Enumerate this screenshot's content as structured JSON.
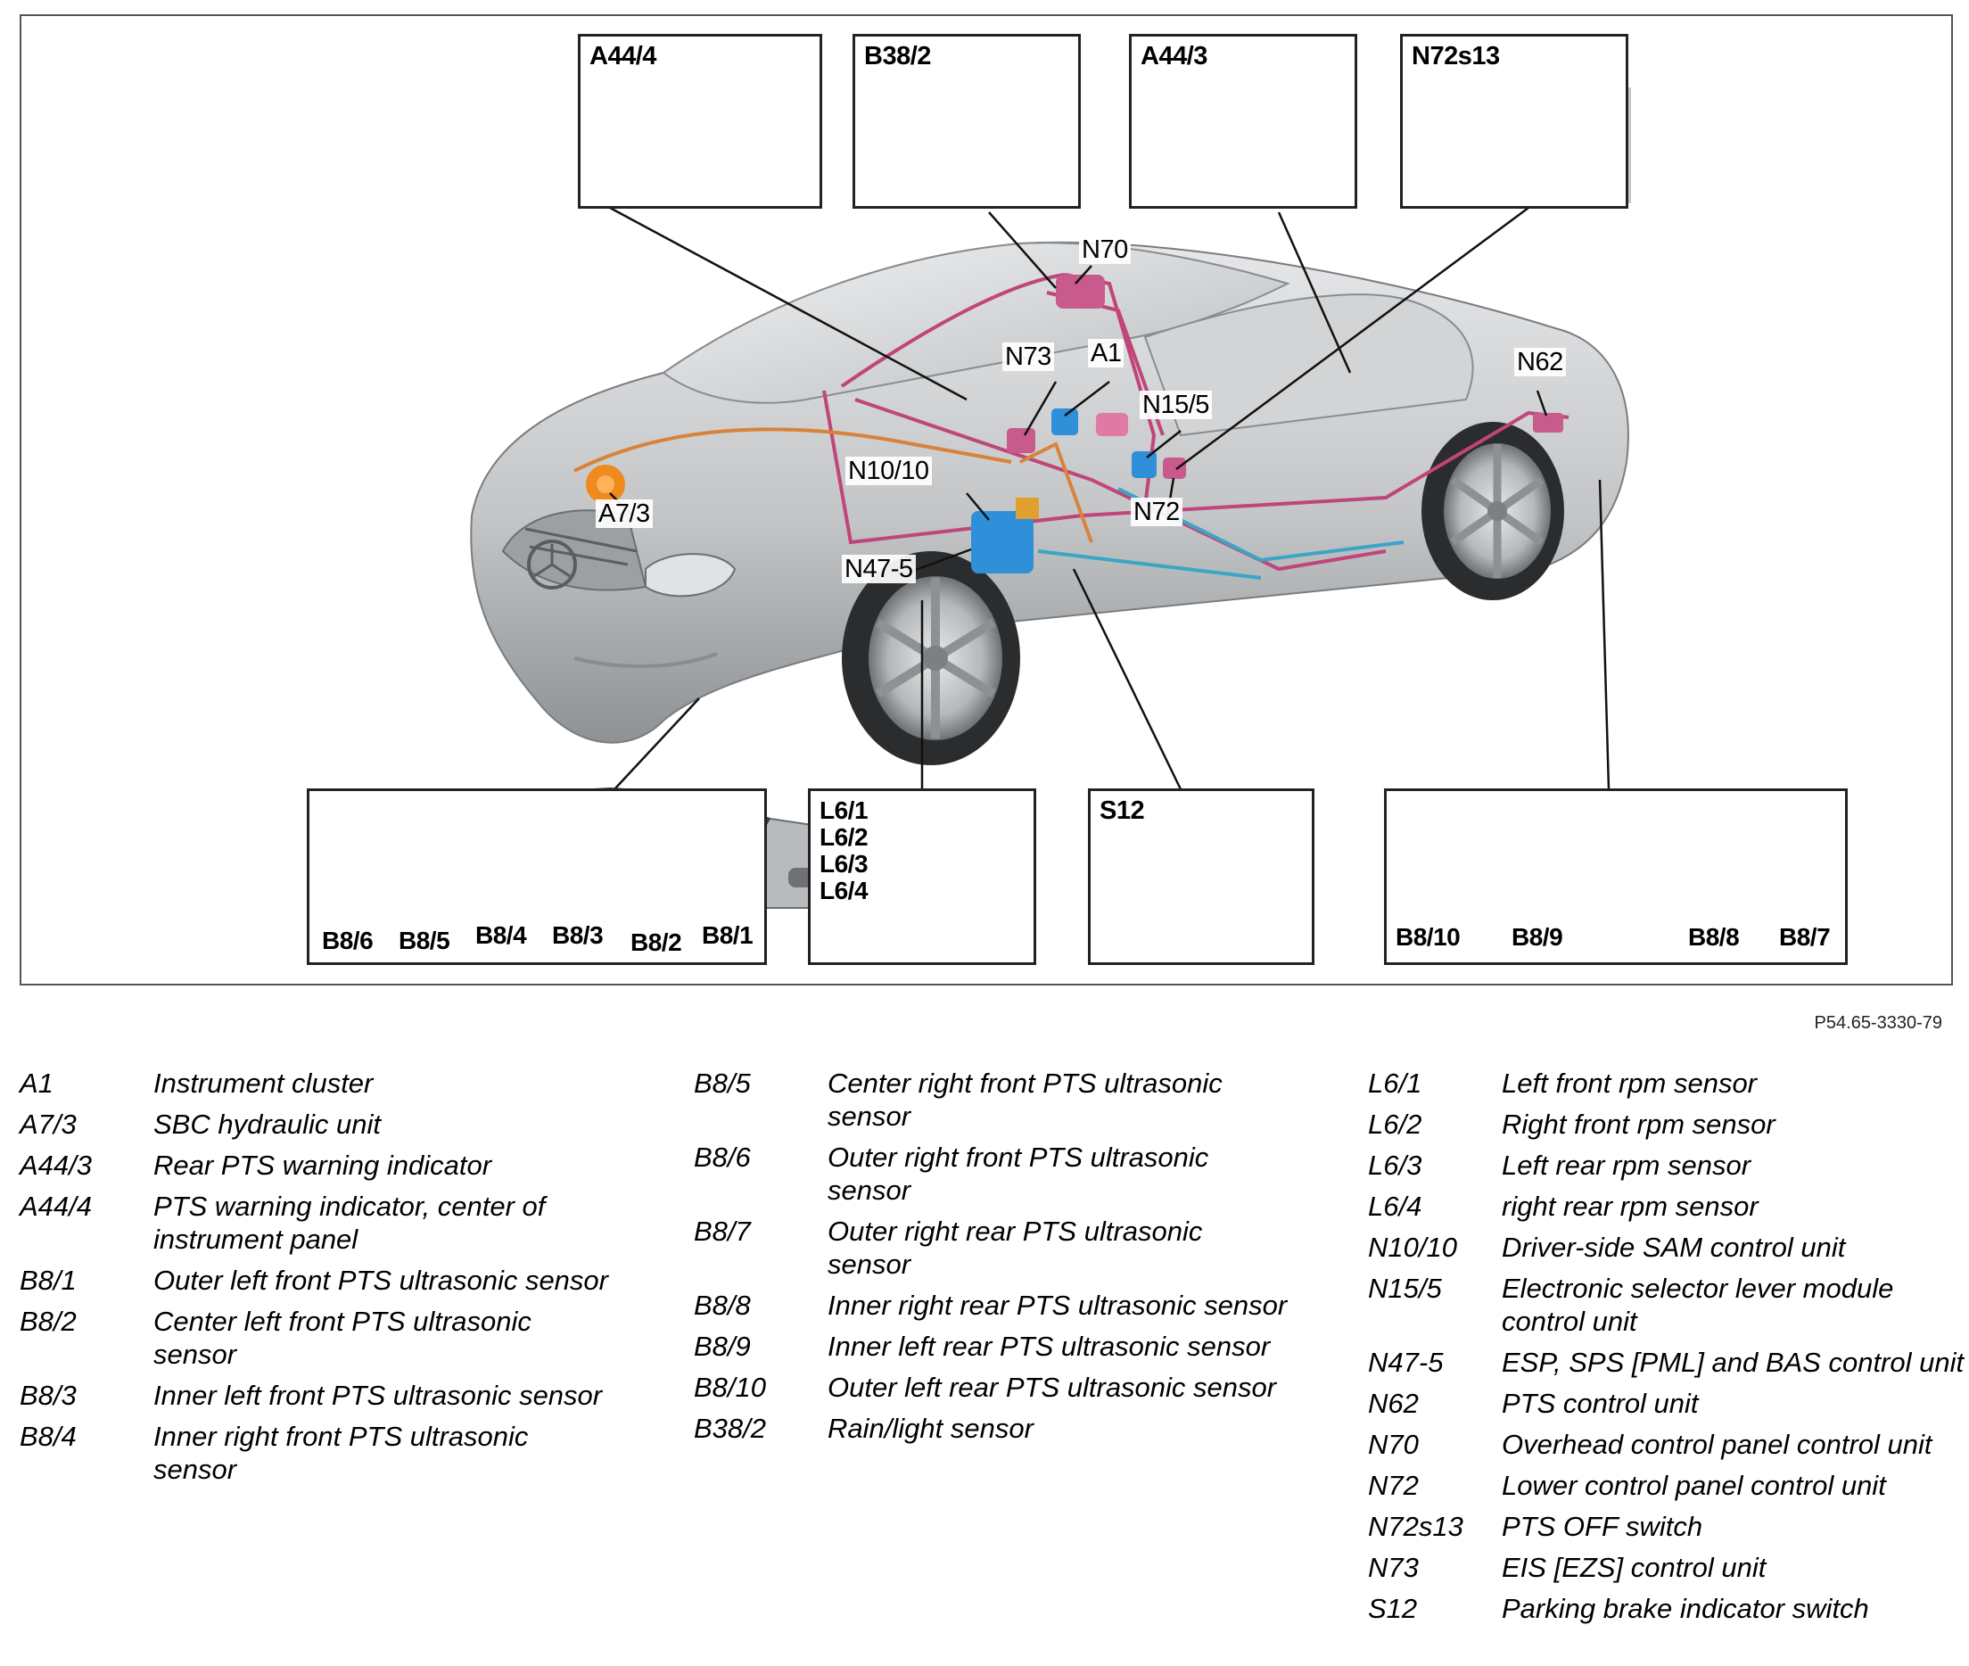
{
  "callouts": {
    "n70": "N70",
    "n73": "N73",
    "a1": "A1",
    "n15_5": "N15/5",
    "n62": "N62",
    "n10_10": "N10/10",
    "a7_3": "A7/3",
    "n72": "N72",
    "n47_5": "N47-5"
  },
  "detail_boxes": {
    "a44_4": "A44/4",
    "b38_2": "B38/2",
    "a44_3": "A44/3",
    "n72s13": "N72s13",
    "front_bumper": {
      "labels": [
        "B8/6",
        "B8/5",
        "B8/4",
        "B8/3",
        "B8/2",
        "B8/1"
      ]
    },
    "rpm_sensor": {
      "labels": [
        "L6/1",
        "L6/2",
        "L6/3",
        "L6/4"
      ]
    },
    "s12": "S12",
    "rear_bumper": {
      "labels": [
        "B8/10",
        "B8/9",
        "B8/8",
        "B8/7"
      ]
    }
  },
  "figure_code": "P54.65-3330-79",
  "legend": {
    "col1": [
      {
        "code": "A1",
        "desc": "Instrument cluster"
      },
      {
        "code": "A7/3",
        "desc": "SBC hydraulic unit"
      },
      {
        "code": "A44/3",
        "desc": "Rear PTS warning indicator"
      },
      {
        "code": "A44/4",
        "desc": "PTS warning indicator, center of instrument panel"
      },
      {
        "code": "B8/1",
        "desc": "Outer left front PTS ultrasonic sensor"
      },
      {
        "code": "B8/2",
        "desc": "Center left front PTS ultrasonic sensor"
      },
      {
        "code": "B8/3",
        "desc": "Inner left front PTS ultrasonic sensor"
      },
      {
        "code": "B8/4",
        "desc": "Inner right front PTS ultrasonic sensor"
      }
    ],
    "col2": [
      {
        "code": "B8/5",
        "desc": "Center right front PTS ultrasonic sensor"
      },
      {
        "code": "B8/6",
        "desc": "Outer right front PTS ultrasonic sensor"
      },
      {
        "code": "B8/7",
        "desc": "Outer right rear PTS ultrasonic sensor"
      },
      {
        "code": "B8/8",
        "desc": "Inner right rear PTS ultrasonic sensor"
      },
      {
        "code": "B8/9",
        "desc": "Inner left rear PTS ultrasonic sensor"
      },
      {
        "code": "B8/10",
        "desc": "Outer left rear PTS ultrasonic sensor"
      },
      {
        "code": "B38/2",
        "desc": "Rain/light sensor"
      }
    ],
    "col3": [
      {
        "code": "L6/1",
        "desc": "Left front rpm sensor"
      },
      {
        "code": "L6/2",
        "desc": "Right front rpm sensor"
      },
      {
        "code": "L6/3",
        "desc": "Left rear rpm sensor"
      },
      {
        "code": "L6/4",
        "desc": "right rear rpm sensor"
      },
      {
        "code": "N10/10",
        "desc": "Driver-side SAM control unit"
      },
      {
        "code": "N15/5",
        "desc": "Electronic selector lever module control unit"
      },
      {
        "code": "N47-5",
        "desc": "ESP, SPS [PML] and BAS control unit"
      },
      {
        "code": "N62",
        "desc": "PTS control unit"
      },
      {
        "code": "N70",
        "desc": "Overhead control panel control unit"
      },
      {
        "code": "N72",
        "desc": "Lower control panel control unit"
      },
      {
        "code": "N72s13",
        "desc": "PTS OFF switch"
      },
      {
        "code": "N73",
        "desc": "EIS [EZS] control unit"
      },
      {
        "code": "S12",
        "desc": "Parking brake indicator switch"
      }
    ]
  },
  "colors": {
    "wire_pink": "#c0457a",
    "wire_cyan": "#3aa6c6",
    "wire_orange": "#d9823a",
    "module_blue": "#2f8fd8",
    "car_silver": "#c8cacc"
  }
}
